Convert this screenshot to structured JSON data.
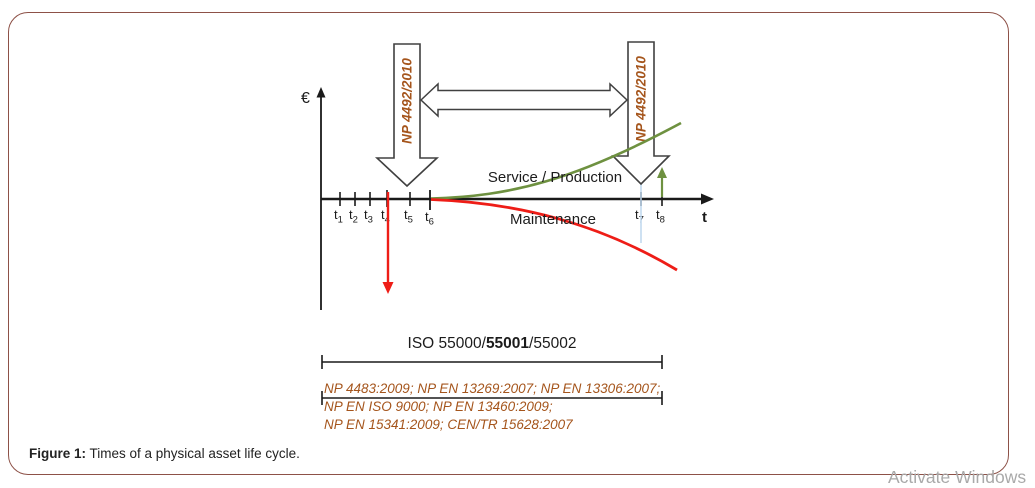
{
  "figure": {
    "caption_label": "Figure 1:",
    "caption_text": " Times of a physical asset life cycle."
  },
  "diagram": {
    "y_axis_label": "€",
    "x_axis_label": "t",
    "np_arrow_left_label": "NP 4492/2010",
    "np_arrow_right_label": "NP 4492/2010",
    "service_curve_label": "Service / Production",
    "maintenance_curve_label": "Maintenance",
    "ticks": [
      {
        "base": "t",
        "sub": "1"
      },
      {
        "base": "t",
        "sub": "2"
      },
      {
        "base": "t",
        "sub": "3"
      },
      {
        "base": "t",
        "sub": "4"
      },
      {
        "base": "t",
        "sub": "5"
      },
      {
        "base": "t",
        "sub": "6"
      },
      {
        "base": "t",
        "sub": "7"
      },
      {
        "base": "t",
        "sub": "8"
      }
    ],
    "iso_label": {
      "pre": "ISO 55000/",
      "bold": "55001",
      "post": "/55002"
    },
    "standards_lines": [
      "NP 4483:2009; NP EN 13269:2007; NP EN 13306:2007;",
      "NP EN ISO 9000; NP EN 13460:2009;",
      "NP EN 15341:2009; CEN/TR 15628:2007"
    ],
    "colors": {
      "service_curve": "#6e9140",
      "maintenance_curve": "#ee1d17",
      "np_text": "#a5551c",
      "block_arrow_stroke": "#404040",
      "axis": "#1a1a1a",
      "t7_guide_line": "#bdd7ee",
      "figure_border": "#8d5147"
    }
  },
  "watermark": "Activate Windows"
}
